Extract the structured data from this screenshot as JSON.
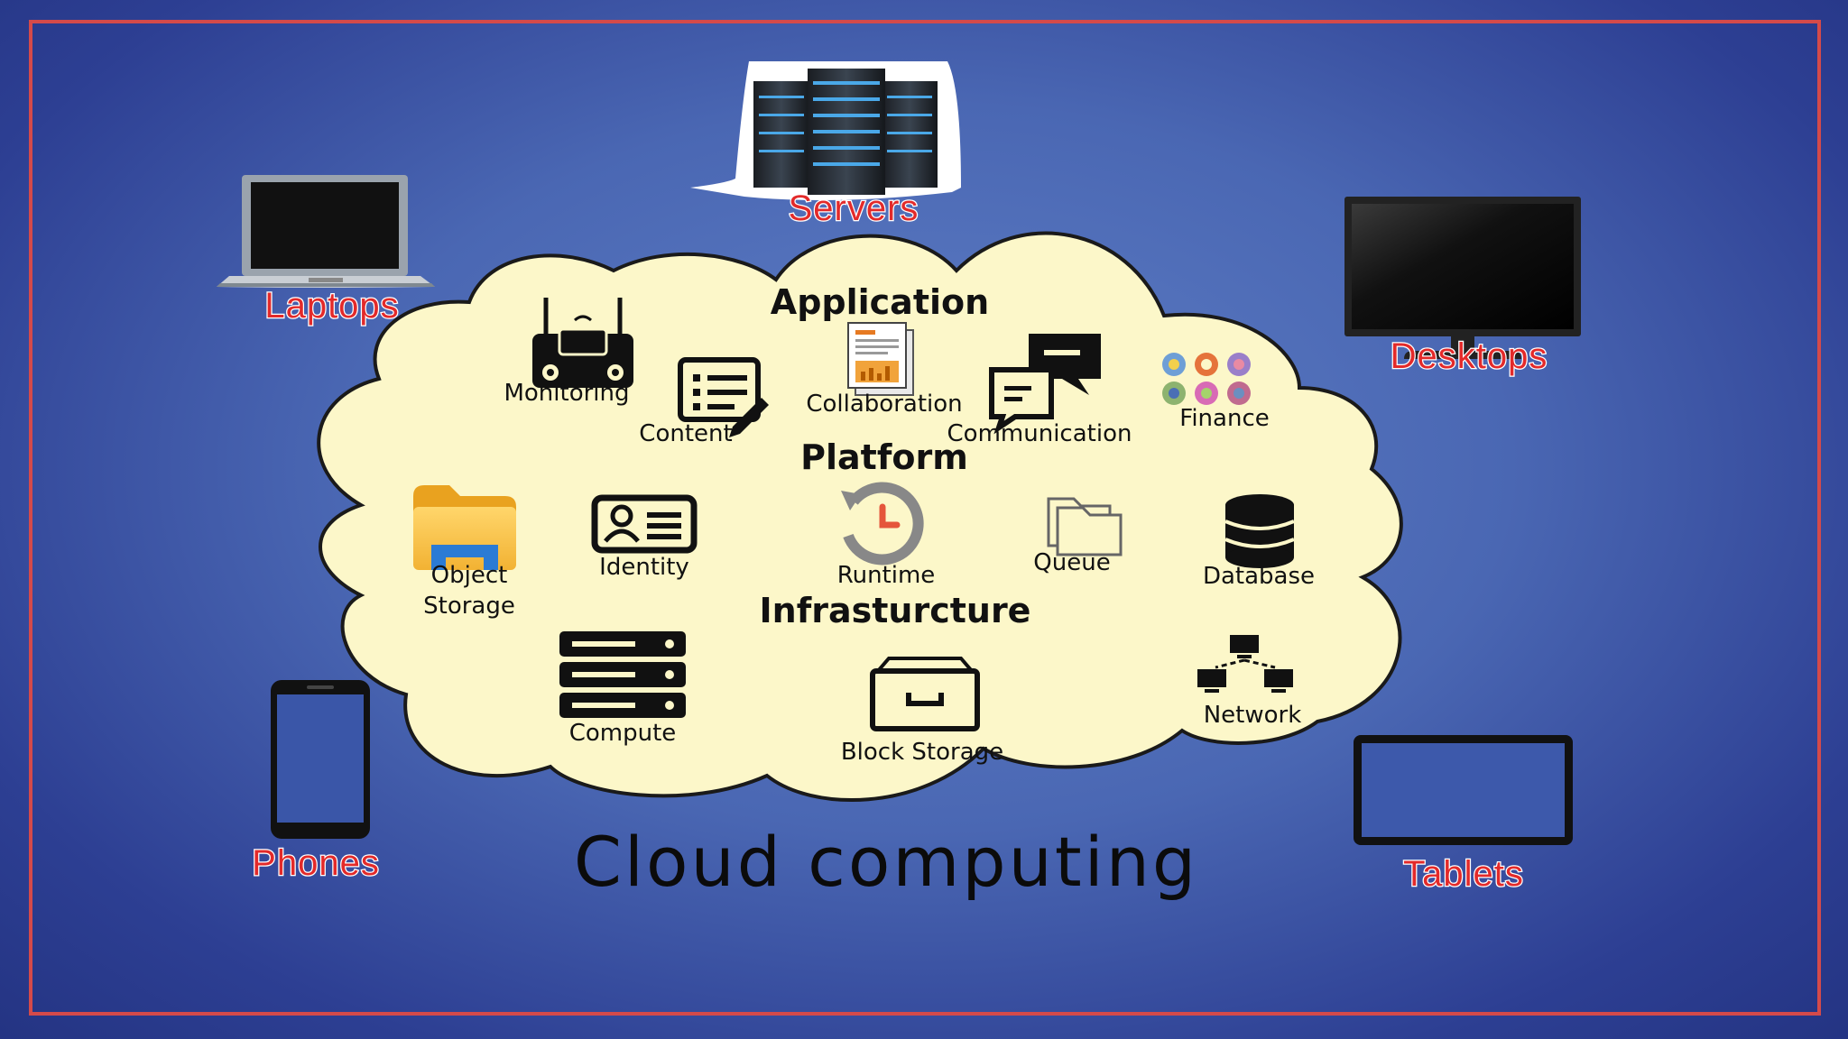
{
  "title": "Cloud computing",
  "cloud": {
    "fill": "#fcf7c9",
    "sections": {
      "application": "Application",
      "platform": "Platform",
      "infrastructure": "Infrasturcture"
    },
    "services": {
      "monitoring": "Monitoring",
      "content": "Content",
      "collaboration": "Collaboration",
      "communication": "Communication",
      "finance": "Finance",
      "object_storage_1": "Object",
      "object_storage_2": "Storage",
      "identity": "Identity",
      "runtime": "Runtime",
      "queue": "Queue",
      "database": "Database",
      "compute": "Compute",
      "block_storage": "Block Storage",
      "network": "Network"
    }
  },
  "devices": {
    "servers": "Servers",
    "laptops": "Laptops",
    "desktops": "Desktops",
    "phones": "Phones",
    "tablets": "Tablets"
  },
  "colors": {
    "label_red": "#e32a2a",
    "frame_red": "#d44a4a",
    "background": "#4a67b3"
  }
}
